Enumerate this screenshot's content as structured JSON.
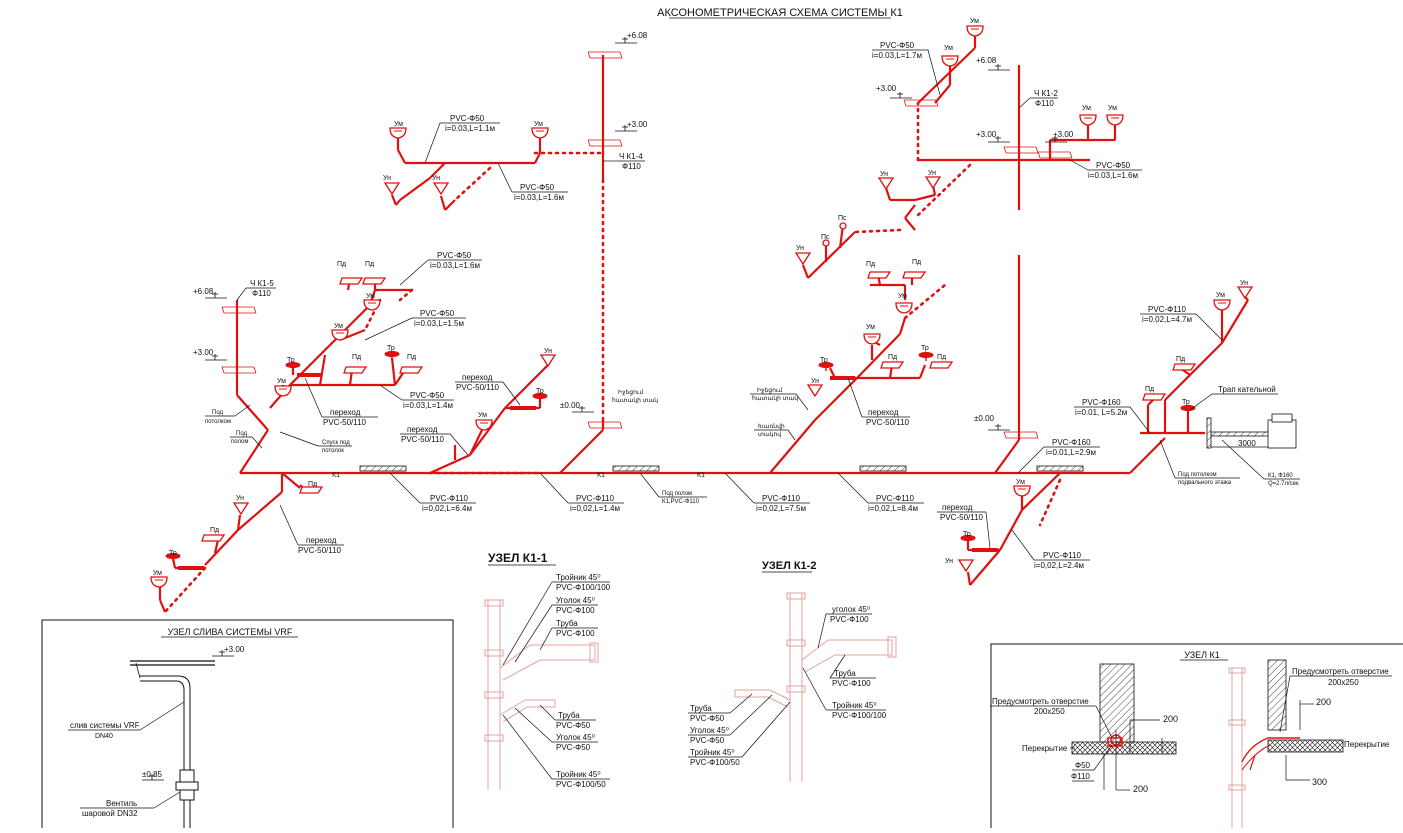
{
  "title": "АКСОНОМЕТРИЧЕСКАЯ СХЕМА СИСТЕМЫ К1",
  "levels": {
    "l608": "+6.08",
    "l300": "+3.00",
    "l000": "±0.00",
    "l085": "±0.85"
  },
  "risers": {
    "k1_4": "Ч К1-4",
    "k1_2": "Ч К1-2",
    "k1_5": "Ч К1-5",
    "d110": "Ф110"
  },
  "fixtures": {
    "um": "Ум",
    "un": "Ун",
    "pd": "Пд",
    "tr": "Тр",
    "ps": "Пс"
  },
  "pipe_labels": {
    "p50_11": [
      "PVC-Ф50",
      "i=0.03,L=1.1м"
    ],
    "p50_16a": [
      "PVC-Ф50",
      "i=0.03,L=1.6м"
    ],
    "p50_17": [
      "PVC-Ф50",
      "i=0.03,L=1.7м"
    ],
    "p50_16b": [
      "PVC-Ф50",
      "i=0.03,L=1.6м"
    ],
    "p50_16c": [
      "PVC-Ф50",
      "i=0.03,L=1.6м"
    ],
    "p50_15": [
      "PVC-Ф50",
      "i=0.03,L=1.5м"
    ],
    "p50_14": [
      "PVC-Ф50",
      "i=0.03,L=1.4м"
    ],
    "p110_47": [
      "PVC-Ф110",
      "i=0.02,L=4.7м"
    ],
    "p160_52": [
      "PVC-Ф160",
      "i=0.01, L=5.2м"
    ],
    "p160_29": [
      "PVC-Ф160",
      "i=0.01,L=2.9м"
    ],
    "p110_64": [
      "PVC-Ф110",
      "i=0,02,L=6.4м"
    ],
    "p110_14": [
      "PVC-Ф110",
      "i=0,02,L=1.4м"
    ],
    "p110_75": [
      "PVC-Ф110",
      "i=0,02,L=7.5м"
    ],
    "p110_84": [
      "PVC-Ф110",
      "i=0,02,L=8.4м"
    ],
    "p110_24": [
      "PVC-Ф110",
      "i=0,02,L=2.4м"
    ]
  },
  "transitions": {
    "t1": [
      "переход",
      "PVC-50/110"
    ],
    "t2": [
      "переход",
      "PVC-50/110"
    ],
    "t3": [
      "переход",
      "PVC-50/110"
    ],
    "t4": [
      "переход",
      "PVC-50/110"
    ],
    "t5": [
      "переход",
      "PVC-50/110"
    ],
    "t6": [
      "переход",
      "PVC-50/110"
    ]
  },
  "notes": {
    "under_ceiling": [
      "Под",
      "потолком"
    ],
    "under_floor": [
      "Под",
      "полом"
    ],
    "descent": [
      "Спуск под",
      "потолок"
    ],
    "floor_k1": [
      "Под полом",
      "К1,PVC-Ф110"
    ],
    "arm1": [
      "Իջեցում",
      "հատակի տակ"
    ],
    "arm2": [
      "Իջեցում",
      "հատակի տակ"
    ],
    "arm3": [
      "Խառնվի",
      "տակով"
    ],
    "drain": "Трап кательной",
    "basement": [
      "Под потолком",
      "подвального этажа"
    ],
    "k1_outlet": [
      "К1, Ф160",
      "Q=2.7л/сек"
    ],
    "dim3000": "3000",
    "k1": "К1"
  },
  "node_k1_1": {
    "title": "УЗЕЛ К1-1",
    "items": [
      [
        "Тройник 45⁰",
        "PVC-Ф100/100"
      ],
      [
        "Уголок 45⁰",
        "PVC-Ф100"
      ],
      [
        "Труба",
        "PVC-Ф100"
      ],
      [
        "Труба",
        "PVC-Ф50"
      ],
      [
        "Уголок 45⁰",
        "PVC-Ф50"
      ],
      [
        "Тройник 45⁰",
        "PVC-Ф100/50"
      ]
    ]
  },
  "node_k1_2": {
    "title": "УЗЕЛ К1-2",
    "items": [
      [
        "уголок 45⁰",
        "PVC-Ф100"
      ],
      [
        "Труба",
        "PVC-Ф100"
      ],
      [
        "Тройник 45⁰",
        "PVC-Ф100/100"
      ],
      [
        "Труба",
        "PVC-Ф50"
      ],
      [
        "Уголок 45⁰",
        "PVC-Ф50"
      ],
      [
        "Тройник 45⁰",
        "PVC-Ф100/50"
      ]
    ]
  },
  "vrf": {
    "title": "УЗЕЛ СЛИВА СИСТЕМЫ VRF",
    "drain": [
      "слив системы VRF",
      "DN40"
    ],
    "valve": [
      "Вентиль",
      "шаровой DN32"
    ]
  },
  "node_k1": {
    "title": "УЗЕЛ К1",
    "hole": [
      "Предусмотреть отверстие",
      "200x250"
    ],
    "slab": "Перекрытие",
    "d50": "Ф50",
    "d110": "Ф110",
    "dim200": "200",
    "dim300": "300"
  }
}
